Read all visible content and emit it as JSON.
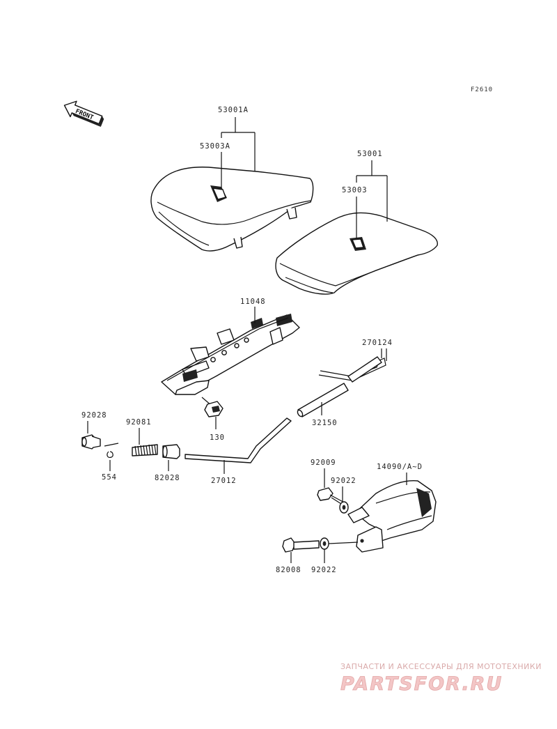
{
  "figure_code": "F2610",
  "front_arrow_text": "FRONT",
  "parts": {
    "front_seat": "53001A",
    "front_seat_cover": "53003A",
    "rear_seat": "53001",
    "rear_seat_cover": "53003",
    "seat_bracket": "11048",
    "bolt_130": "130",
    "cable_270124": "270124",
    "tube_32150": "32150",
    "rod_27012": "27012",
    "pin_92028_top": "92028",
    "spring_92081": "92081",
    "clip_554": "554",
    "pin_92028_bottom": "82028",
    "bolt_92009": "92009",
    "washer_92022_top": "92022",
    "lock_assembly": "14090/A~D",
    "bolt_82008": "82008",
    "washer_92022_bottom": "92022"
  },
  "watermark": {
    "tagline": "ЗАПЧАСТИ И АКСЕССУАРЫ ДЛЯ МОТОТЕХНИКИ",
    "brand": "PARTSFOR.RU"
  }
}
